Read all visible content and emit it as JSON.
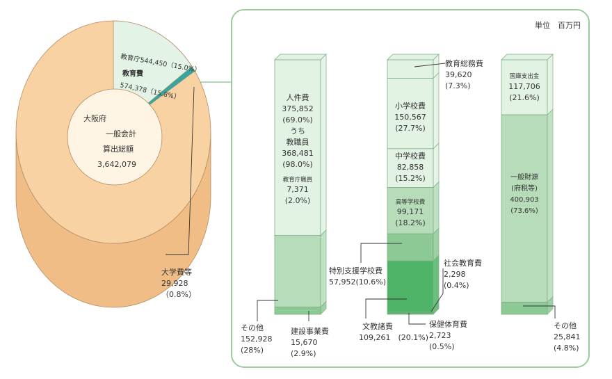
{
  "unit": "単位　百万円",
  "colors": {
    "pie_main": "#f9d2a4",
    "pie_side": "#efbd85",
    "pie_edge": "#b48c65",
    "pie_center": "#fdf4e3",
    "pie_education": "#e3f4e6",
    "pie_education_dark": "#c3e0c9",
    "pie_university": "#3aa5a0",
    "frame": "#9ccc9d",
    "bar_light": "#e2f3e3",
    "bar_mid": "#b6dcb9",
    "bar_dark": "#8cc994",
    "bar_deep": "#4fb468",
    "bar_edge": "#7fae85",
    "leader": "#333333"
  },
  "pie": {
    "center_lines": [
      "大阪府",
      "一般会計",
      "算出総額",
      "3,642,079"
    ],
    "kyouikucho_label": "教育庁544,450（15.0%）",
    "kyouikuhi_title": "教育費",
    "kyouikuhi_value": "574,378（15.8%）",
    "daigaku_lines": [
      "大学費等",
      "29,928",
      "（0.8%）"
    ]
  },
  "chart_data": [
    {
      "type": "pie",
      "total": 3642079,
      "slices": [
        {
          "label": "教育費",
          "value": 574378,
          "percent": 15.8
        },
        {
          "label": "大学費等",
          "value": 29928,
          "percent": 0.8
        }
      ]
    },
    {
      "type": "bar",
      "segments": [
        {
          "label": "人件費",
          "value": 375852,
          "percent": 69.0,
          "text": [
            "人件費",
            "375,852",
            "(69.0%)",
            "うち",
            "教職員",
            "368,481",
            "(98.0%)",
            "教育庁職員",
            "7,371",
            "(2.0%)"
          ]
        },
        {
          "label": "その他",
          "value": 152928,
          "percent": 28,
          "text": [
            "その他",
            "152,928",
            "(28%)"
          ]
        },
        {
          "label": "建設事業費",
          "value": 15670,
          "percent": 2.9,
          "text": [
            "建設事業費",
            "15,670",
            "(2.9%)"
          ]
        }
      ]
    },
    {
      "type": "bar",
      "segments": [
        {
          "label": "教育総務費",
          "value": 39620,
          "percent": 7.3,
          "text": [
            "教育総務費",
            "39,620",
            "(7.3%)"
          ]
        },
        {
          "label": "小学校費",
          "value": 150567,
          "percent": 27.7,
          "text": [
            "小学校費",
            "150,567",
            "(27.7%)"
          ]
        },
        {
          "label": "中学校費",
          "value": 82858,
          "percent": 15.2,
          "text": [
            "中学校費",
            "82,858",
            "(15.2%)"
          ]
        },
        {
          "label": "高等学校費",
          "value": 99171,
          "percent": 18.2,
          "text": [
            "高等学校費",
            "99,171",
            "(18.2%)"
          ]
        },
        {
          "label": "特別支援学校費",
          "value": 57952,
          "percent": 10.6,
          "text": [
            "特別支援学校費",
            "57,952(10.6%)"
          ]
        },
        {
          "label": "文教諸費",
          "value": 109261,
          "percent": 20.1,
          "text": [
            "文教諸費",
            "109,261　(20.1%)"
          ]
        },
        {
          "label": "社会教育費",
          "value": 2298,
          "percent": 0.4,
          "text": [
            "社会教育費",
            "2,298",
            "(0.4%)"
          ]
        },
        {
          "label": "保健体育費",
          "value": 2723,
          "percent": 0.5,
          "text": [
            "保健体育費",
            "2,723",
            "(0.5%)"
          ]
        }
      ]
    },
    {
      "type": "bar",
      "segments": [
        {
          "label": "国庫支出金",
          "value": 117706,
          "percent": 21.6,
          "text": [
            "国庫支出金",
            "117,706",
            "(21.6%)"
          ]
        },
        {
          "label": "一般財源（府税等）",
          "value": 400903,
          "percent": 73.6,
          "text": [
            "一般財源",
            "(府税等)",
            "400,903",
            "(73.6%)"
          ]
        },
        {
          "label": "その他",
          "value": 25841,
          "percent": 4.8,
          "text": [
            "その他",
            "25,841",
            "(4.8%)"
          ]
        }
      ]
    }
  ]
}
